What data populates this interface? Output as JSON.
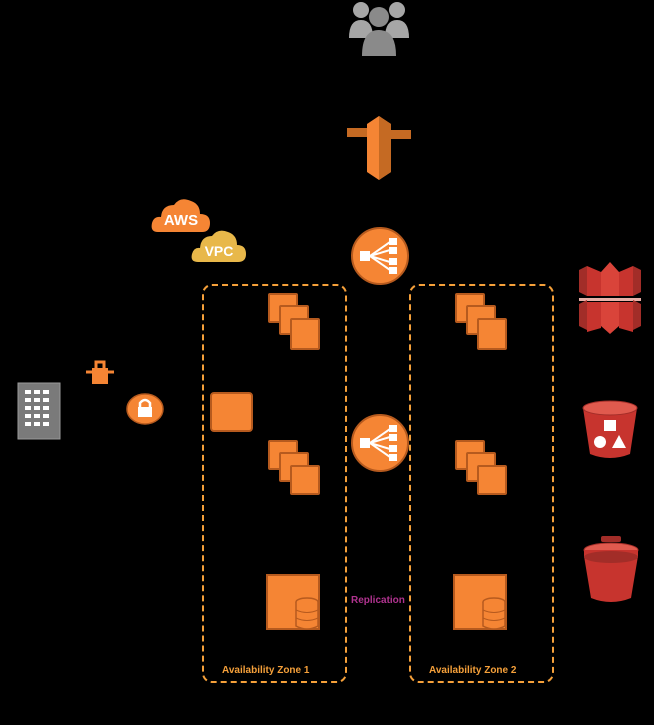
{
  "badges": {
    "aws": "AWS",
    "vpc": "VPC"
  },
  "zones": [
    {
      "label": "Availability Zone 1"
    },
    {
      "label": "Availability Zone 2"
    }
  ],
  "replication_label": "Replication",
  "icons": {
    "users": "users-group-icon",
    "dns": "route53-icon",
    "elb_top": "load-balancer-icon",
    "elb_mid": "load-balancer-icon",
    "corporate": "corporate-building-icon",
    "customer_gateway": "customer-gateway-icon",
    "vpn": "vpn-connection-icon",
    "cloudfront": "cloudfront-icon",
    "s3_objects": "s3-bucket-objects-icon",
    "s3": "s3-bucket-icon"
  },
  "colors": {
    "background": "#000000",
    "orange": "#f58534",
    "dark_orange": "#b65a1e",
    "zone_border": "#f5a03a",
    "red": "#c7342e",
    "replication": "#b0338f",
    "gray": "#9a9a9a"
  }
}
